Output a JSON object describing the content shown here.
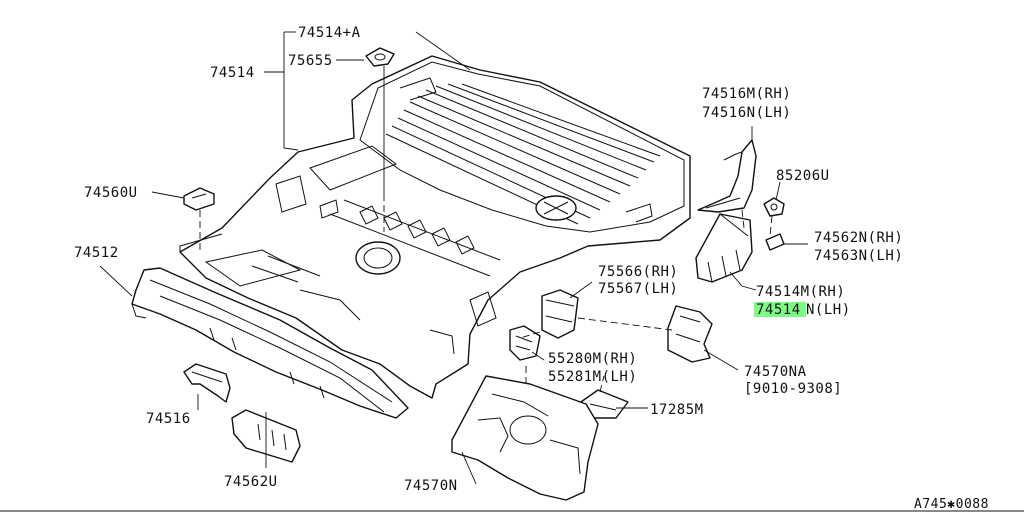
{
  "labels": {
    "p74514A": "74514+A",
    "p74514": "74514",
    "p75655": "75655",
    "p74560U": "74560U",
    "p74512": "74512",
    "p74516": "74516",
    "p74562U": "74562U",
    "p74516M": "74516M(RH)",
    "p74516N": "74516N(LH)",
    "p85206U": "85206U",
    "p74562N": "74562N(RH)",
    "p74563N": "74563N(LH)",
    "p74514M": "74514M(RH)",
    "p74514N_highlight": "74514",
    "p74514N_rest": "N(LH)",
    "p75566": "75566(RH)",
    "p75567": "75567(LH)",
    "p55280M": "55280M(RH)",
    "p55281M": "55281M(LH)",
    "p74570NA": "74570NA",
    "p74570NA_range": "[9010-9308]",
    "p17285M": "17285M",
    "p74570N": "74570N",
    "diagram_code": "A745✱0088"
  },
  "colors": {
    "highlight": "#7CFC84",
    "ink": "#111111"
  }
}
